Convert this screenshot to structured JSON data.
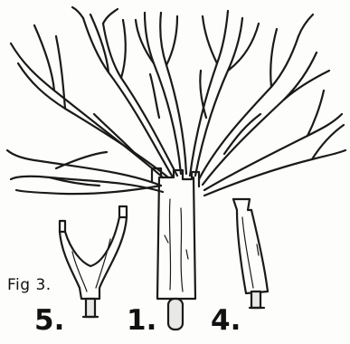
{
  "figure": {
    "caption": "Fig 3.",
    "labels": {
      "item_5": "5.",
      "item_1": "1.",
      "item_4": "4."
    },
    "ink_color": "#1a1a1a",
    "paper_color": "#fdfdfb"
  }
}
